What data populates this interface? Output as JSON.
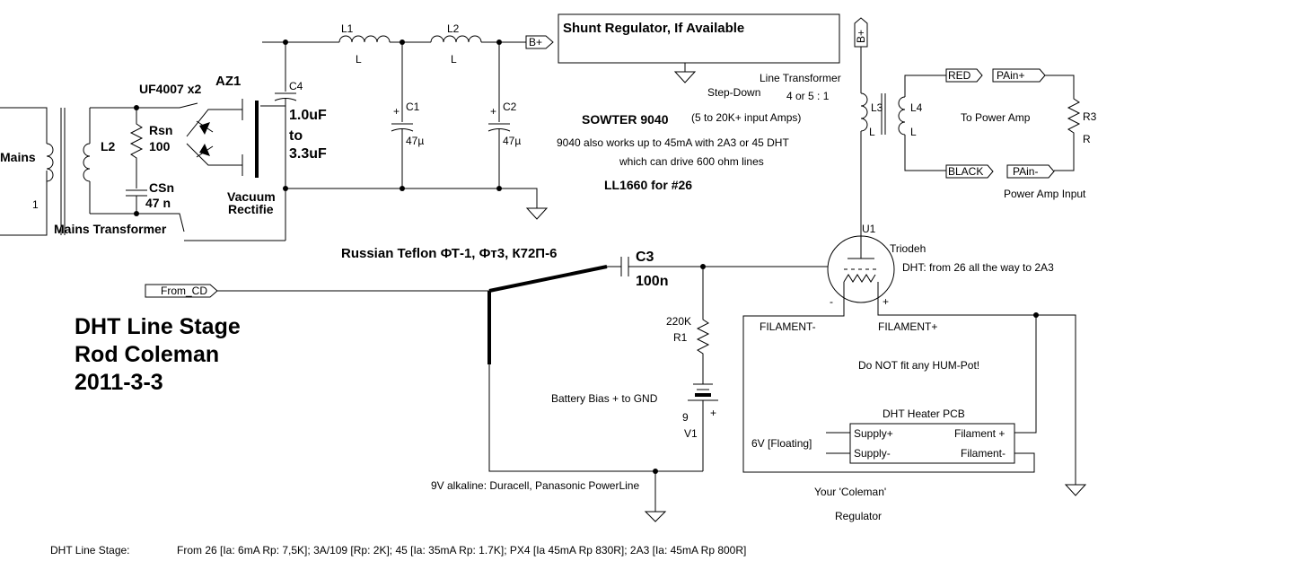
{
  "title": {
    "line1": "DHT Line Stage",
    "line2": "Rod Coleman",
    "line3": "2011-3-3"
  },
  "components": {
    "mains_label": "Mains",
    "mains_one": "1",
    "l2_primary_label": "L2",
    "mains_transformer": "Mains Transformer",
    "diodes": "UF4007 x2",
    "rsn": "Rsn",
    "rsn_value": "100",
    "csn": "CSn",
    "csn_value": "47   n",
    "az1": "AZ1",
    "vacuum_rect_1": "Vacuum",
    "vacuum_rect_2": "Rectifie",
    "c4": "C4",
    "c4_value_1": "1.0uF",
    "c4_value_2": "to",
    "c4_value_3": "3.3uF",
    "l1": "L1",
    "l1_sub": "L",
    "l2": "L2",
    "l2_sub": "L",
    "c1": "C1",
    "c1_value": "47µ",
    "c2": "C2",
    "c2_value": "47µ",
    "plus": "+",
    "bplus": "B+",
    "bplus_vertical": "B+",
    "shunt_regulator": "Shunt Regulator, If Available",
    "line_transformer": "Line Transformer",
    "step_down": "Step-Down",
    "ratio": "4 or 5 : 1",
    "input_amps": "(5 to 20K+ input Amps)",
    "sowter": "SOWTER 9040",
    "sowter_note_1": "9040 also works up to 45mA with 2A3 or 45 DHT",
    "sowter_note_2": "which can drive 600 ohm lines",
    "ll1660": "LL1660 for #26",
    "l3": "L3",
    "l3_sub": "L",
    "l4": "L4",
    "l4_sub": "L",
    "red": "RED",
    "black": "BLACK",
    "pain_plus": "PAin+",
    "pain_minus": "PAin-",
    "to_power_amp": "To Power Amp",
    "r3": "R3",
    "r3_sub": "R",
    "power_amp_input": "Power Amp Input",
    "russian_teflon": "Russian Teflon ФТ-1, Фт3, К72П-6",
    "c3": "C3",
    "c3_value": "100n",
    "from_cd": "From_CD",
    "u1": "U1",
    "triode": "Triodeh",
    "dht_range": "DHT: from 26 all the way to 2A3",
    "r1_value": "220K",
    "r1": "R1",
    "battery_bias": "Battery Bias + to GND",
    "v1_value": "9",
    "v1_plus": "+",
    "v1": "V1",
    "battery_note": "9V alkaline: Duracell, Panasonic PowerLine",
    "filament_minus": "FILAMENT-",
    "filament_plus": "FILAMENT+",
    "fil_minus_sign": "-",
    "fil_plus_sign": "+",
    "hum_pot": "Do NOT fit any HUM-Pot!",
    "pcb_title": "DHT Heater PCB",
    "supply_plus": "Supply+",
    "supply_minus": "Supply-",
    "filament_plus_pin": "Filament +",
    "filament_minus_pin": "Filament-",
    "six_v": "6V [Floating]",
    "your_coleman": "Your 'Coleman'",
    "regulator": "Regulator"
  },
  "footer": {
    "label": "DHT Line Stage:",
    "text": "From 26 [Ia: 6mA Rp: 7,5K]; 3A/109 [Rp: 2K]; 45 [Ia: 35mA Rp: 1.7K]; PX4 [Ia 45mA Rp 830R]; 2A3 [Ia: 45mA Rp 800R]"
  }
}
